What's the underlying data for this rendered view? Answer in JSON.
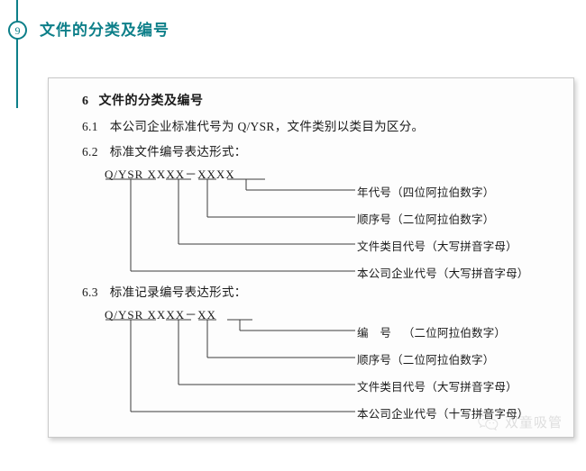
{
  "header": {
    "marker_number": "9",
    "title": "文件的分类及编号",
    "accent_color": "#0d7f89"
  },
  "document": {
    "heading": {
      "number": "6",
      "text": "文件的分类及编号"
    },
    "clauses": [
      {
        "number": "6.1",
        "text": "本公司企业标准代号为 Q/YSR，文件类别以类目为区分。"
      },
      {
        "number": "6.2",
        "text": "标准文件编号表达形式："
      },
      {
        "number": "6.3",
        "text": "标准记录编号表达形式："
      }
    ],
    "diagram_62": {
      "code": "Q/YSR  XXXX－XXXX",
      "labels": [
        {
          "name": "年代号",
          "paren": "（四位阿拉伯数字）"
        },
        {
          "name": "顺序号",
          "paren": "（二位阿拉伯数字）"
        },
        {
          "name": "文件类目代号",
          "paren": "（大写拼音字母）"
        },
        {
          "name": "本公司企业代号",
          "paren": "（大写拼音字母）"
        }
      ]
    },
    "diagram_63": {
      "code": "Q/YSR  XXXX－XX",
      "labels": [
        {
          "name": "编　号　",
          "paren": "（二位阿拉伯数字）"
        },
        {
          "name": "顺序号",
          "paren": "（二位阿拉伯数字）"
        },
        {
          "name": "文件类目代号",
          "paren": "（大写拼音字母）"
        },
        {
          "name": "本公司企业代号",
          "paren": "（十写拼音字母）"
        }
      ]
    }
  },
  "watermark": {
    "text": "双童吸管",
    "icon": "wechat-icon"
  }
}
